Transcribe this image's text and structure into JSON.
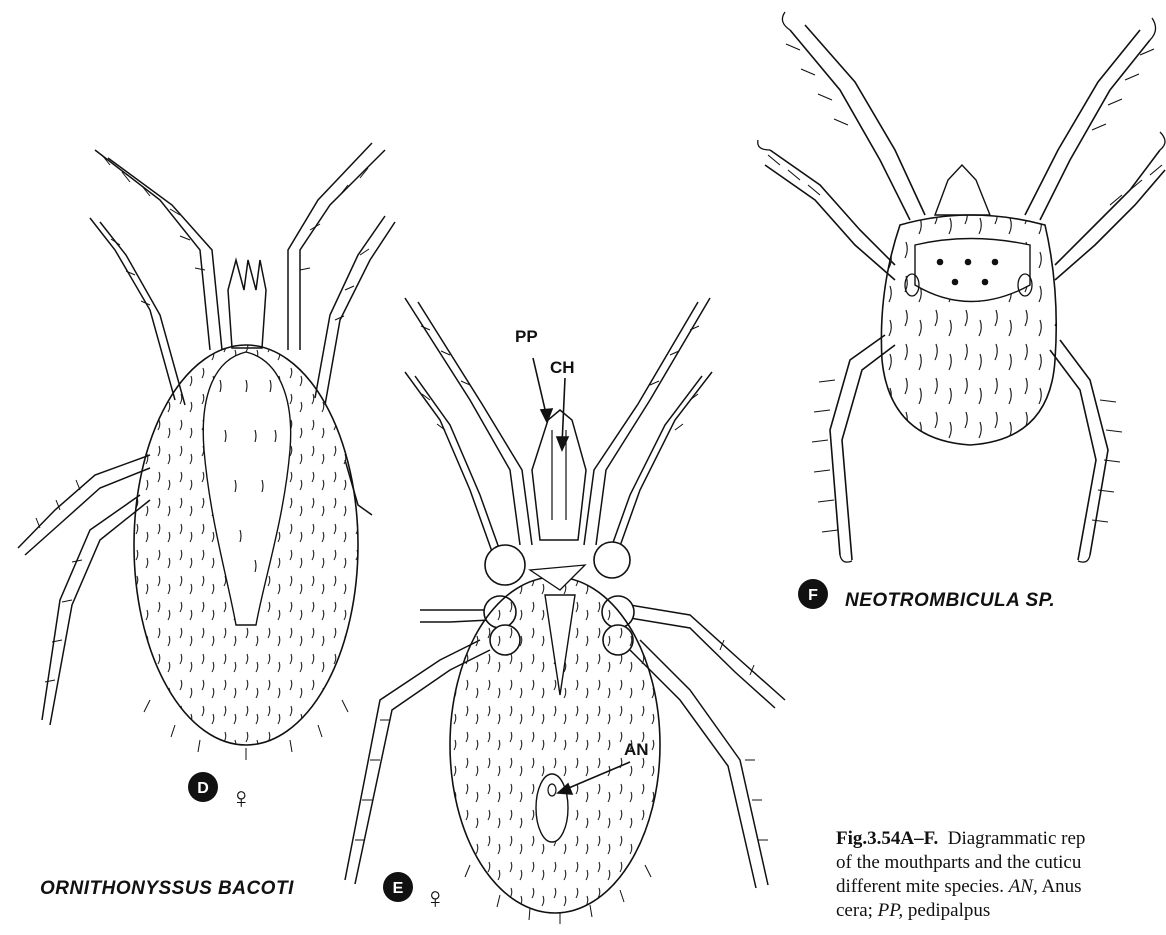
{
  "figure": {
    "panels": [
      {
        "id": "D",
        "badge": "D",
        "sex_symbol": "♀",
        "species": "ORNITHONYSSUS BACOTI"
      },
      {
        "id": "E",
        "badge": "E",
        "sex_symbol": "♀",
        "labels": [
          "PP",
          "CH",
          "AN"
        ]
      },
      {
        "id": "F",
        "badge": "F",
        "species": "NEOTROMBICULA SP."
      }
    ],
    "caption": {
      "number": "Fig.3.54A–F.",
      "line1": "Diagrammatic rep",
      "line2": "of the mouthparts and the cuticu",
      "line3_text": "different mite species.",
      "line3_abbr": "AN,",
      "line3_rest": "Anus",
      "line4_pre": "cera;",
      "line4_abbr": "PP,",
      "line4_rest": "pedipalpus"
    }
  }
}
